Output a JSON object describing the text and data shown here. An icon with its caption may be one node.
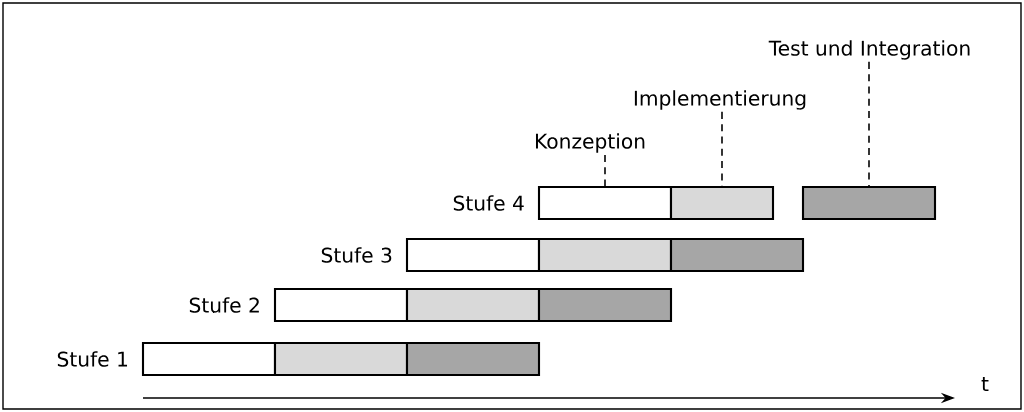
{
  "diagram": {
    "nodes": [
      {
        "text": [
          "Test und Integration"
        ]
      },
      {
        "text": [
          "Implementierung"
        ]
      },
      {
        "text": [
          "Konzeption"
        ]
      },
      {
        "text": [],
        "shape": "bar",
        "beside": [
          "Stufe 4"
        ]
      },
      {
        "text": [],
        "shape": "bar"
      },
      {
        "text": [],
        "shape": "bar"
      },
      {
        "text": [],
        "shape": "bar",
        "beside": [
          "Stufe 3"
        ]
      },
      {
        "text": [],
        "shape": "bar"
      },
      {
        "text": [],
        "shape": "bar"
      },
      {
        "text": [],
        "shape": "bar",
        "beside": [
          "Stufe 2"
        ]
      },
      {
        "text": [],
        "shape": "bar"
      },
      {
        "text": [],
        "shape": "bar"
      },
      {
        "text": [],
        "shape": "bar",
        "beside": [
          "Stufe 1"
        ]
      },
      {
        "text": [],
        "shape": "bar"
      },
      {
        "text": [],
        "shape": "bar"
      }
    ],
    "edges": [
      {
        "from": 2,
        "to": 3,
        "arrow": "none",
        "style": "dashed"
      },
      {
        "from": 1,
        "to": 4,
        "arrow": "none",
        "style": "dashed"
      },
      {
        "from": 0,
        "to": 5,
        "arrow": "none",
        "style": "dashed"
      }
    ],
    "labels": [
      "t"
    ]
  }
}
